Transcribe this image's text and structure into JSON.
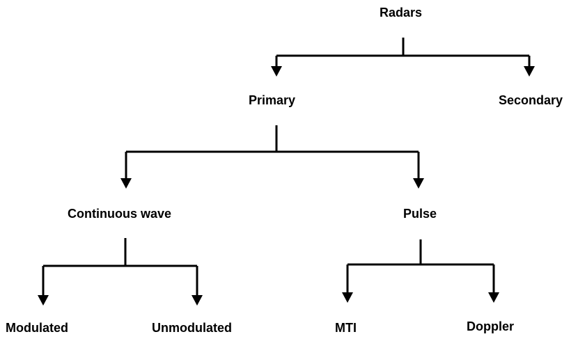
{
  "nodes": {
    "radars": "Radars",
    "primary": "Primary",
    "secondary": "Secondary",
    "continuous_wave": "Continuous wave",
    "pulse": "Pulse",
    "modulated": "Modulated",
    "unmodulated": "Unmodulated",
    "mti": "MTI",
    "doppler": "Doppler"
  },
  "colors": {
    "line": "#000000",
    "text": "#000000",
    "background": "#ffffff"
  }
}
